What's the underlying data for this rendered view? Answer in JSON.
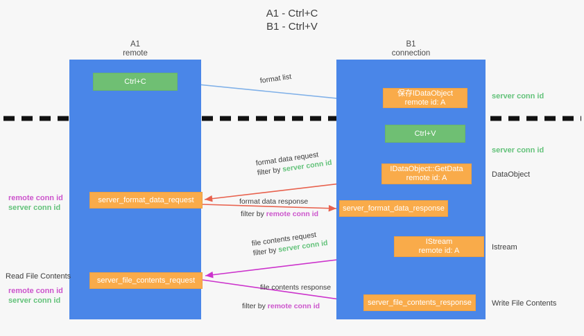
{
  "title": {
    "line1": "A1 - Ctrl+C",
    "line2": "B1 - Ctrl+V"
  },
  "columns": [
    {
      "name": "A1",
      "sub": "remote"
    },
    {
      "name": "B1",
      "sub": "connection"
    }
  ],
  "nodes": {
    "ctrl_c": {
      "line1": "Ctrl+C",
      "line2": ""
    },
    "save_dataobject": {
      "line1": "保存IDataObject",
      "line2": "remote id: A"
    },
    "ctrl_v": {
      "line1": "Ctrl+V",
      "line2": ""
    },
    "getdata": {
      "line1": "IDataObject::GetData",
      "line2": "remote id: A"
    },
    "format_data_request": {
      "line1": "server_format_data_request",
      "line2": ""
    },
    "format_data_response": {
      "line1": "server_format_data_response",
      "line2": ""
    },
    "istream": {
      "line1": "IStream",
      "line2": "remote id: A"
    },
    "file_contents_request": {
      "line1": "server_file_contents_request",
      "line2": ""
    },
    "file_contents_response": {
      "line1": "server_file_contents_response",
      "line2": ""
    }
  },
  "edges": {
    "format_list": {
      "main": "format list",
      "filter_prefix": "",
      "filter_value": ""
    },
    "format_data_request": {
      "main": "format data request",
      "filter_prefix": "filter by ",
      "filter_value": "server conn id"
    },
    "format_data_response": {
      "main": "format data response",
      "filter_prefix": "filter by ",
      "filter_value": "remote conn id"
    },
    "file_contents_request": {
      "main": "file contents request",
      "filter_prefix": "filter by ",
      "filter_value": "server conn id"
    },
    "file_contents_response": {
      "main": "file contents response",
      "filter_prefix": "filter by ",
      "filter_value": "remote conn id"
    }
  },
  "side_labels": {
    "right_server_conn_id_top": "server conn id",
    "right_server_conn_id_mid": "server conn id",
    "right_dataobject": "DataObject",
    "right_istream": "Istream",
    "right_write_file_contents": "Write File Contents",
    "left_remote_conn_id_1": "remote conn id",
    "left_server_conn_id_1": "server conn id",
    "left_read_file_contents": "Read File Contents",
    "left_remote_conn_id_2": "remote conn id",
    "left_server_conn_id_2": "server conn id"
  },
  "colors": {
    "lane": "#4a86e8",
    "node_green": "#6fbf73",
    "node_orange": "#f9ab4a",
    "accent_green_text": "#63c27a",
    "accent_purple_text": "#cc55cc",
    "arrow_blue": "#7fb0e8",
    "arrow_red": "#e8614d",
    "arrow_magenta": "#cc33cc",
    "arrow_dark": "#1a1a1a",
    "background": "#f7f7f7"
  }
}
